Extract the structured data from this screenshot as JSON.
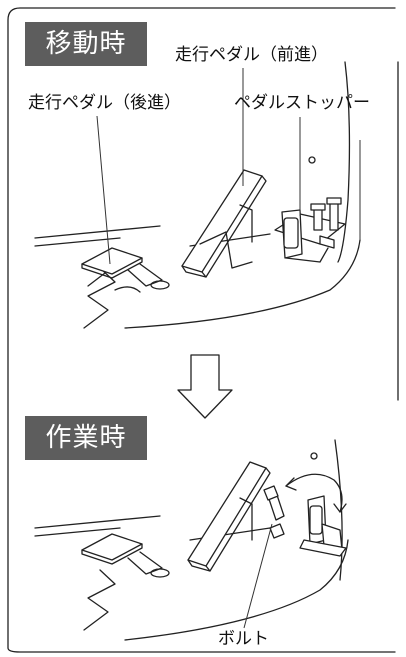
{
  "sections": {
    "moving": {
      "label": "移動時"
    },
    "working": {
      "label": "作業時"
    }
  },
  "callouts": {
    "forward_pedal": "走行ペダル（前進）",
    "reverse_pedal": "走行ペダル（後進）",
    "pedal_stopper": "ペダルストッパー",
    "bolt": "ボルト"
  },
  "icons": {
    "transition_arrow": "down-arrow-outline-icon",
    "rotation_arrow": "curved-double-arrow-icon"
  }
}
